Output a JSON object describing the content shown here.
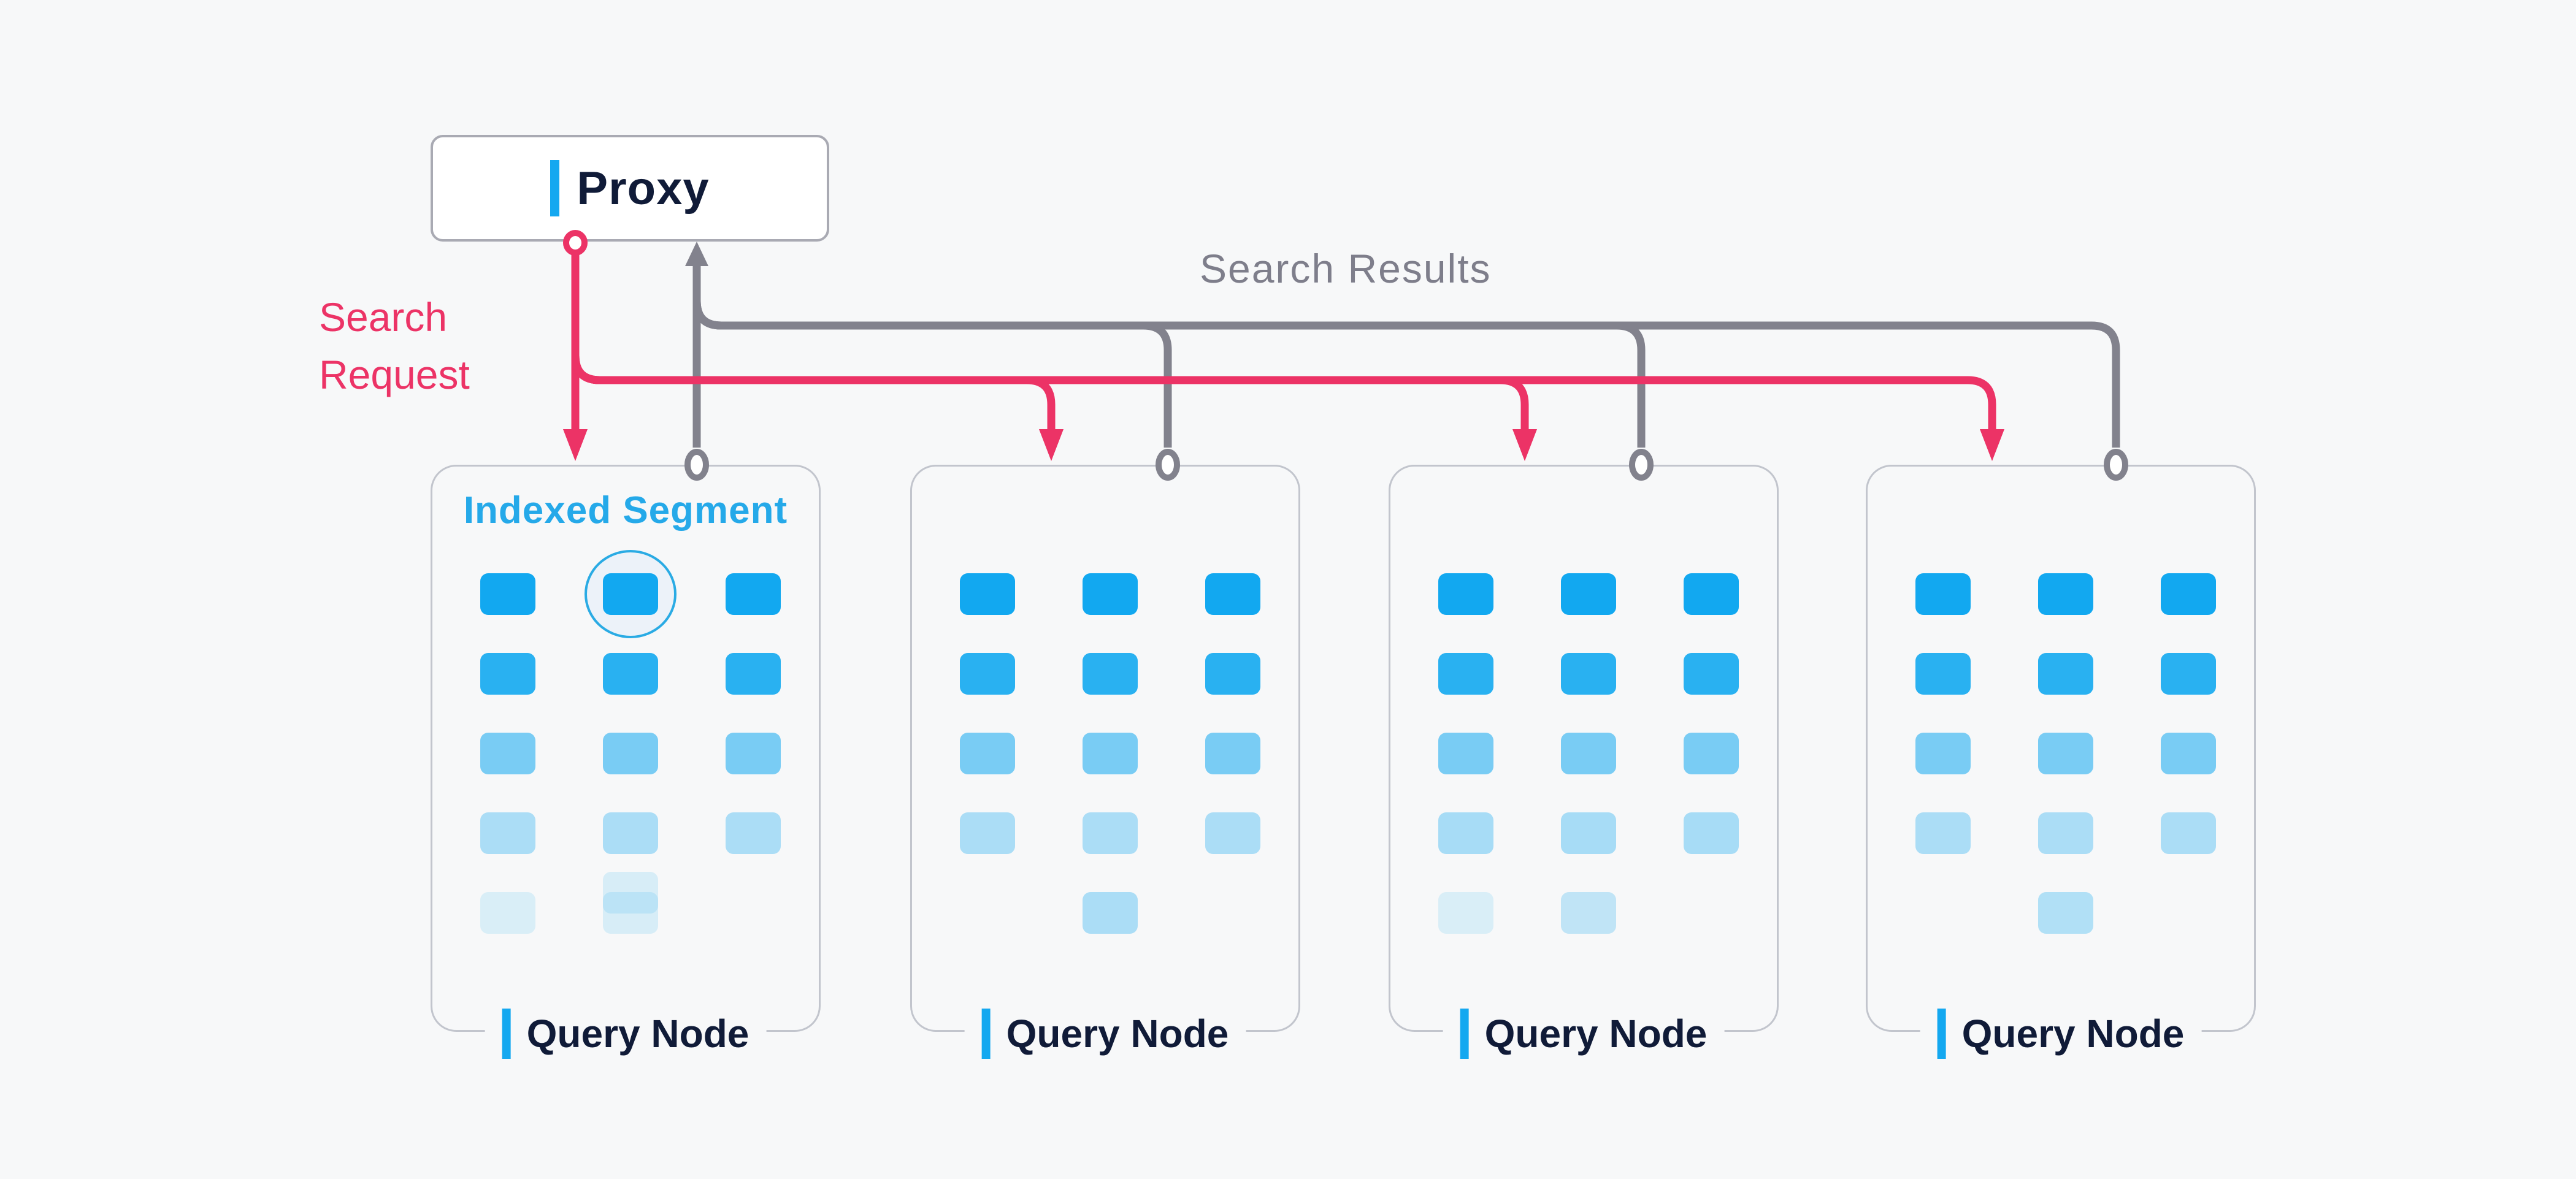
{
  "title": "Search request fan-out diagram",
  "colors": {
    "background": "#F7F8F9",
    "accent_blue": "#14A8F0",
    "segment_blue": "#12A8F0",
    "indexed_tag_blue": "#25A9E9",
    "request_pink": "#EC3366",
    "results_gray": "#82828D",
    "navy_text": "#101B38",
    "card_border": "#C2C5CD",
    "proxy_border": "#A9AAB3"
  },
  "proxy": {
    "label": "Proxy"
  },
  "edges": {
    "request_label": "Search Request",
    "results_label": "Search Results"
  },
  "nodes": [
    {
      "label": "Query Node",
      "segment_tag": "Indexed Segment",
      "highlighted_cell": {
        "row": 1,
        "col": 2
      },
      "grid": [
        [
          1,
          1,
          1
        ],
        [
          0.9,
          0.9,
          0.9
        ],
        [
          0.55,
          0.55,
          0.55
        ],
        [
          0.33,
          0.33,
          0.33
        ],
        [
          0.13,
          "double",
          0
        ]
      ]
    },
    {
      "label": "Query Node",
      "grid": [
        [
          1,
          1,
          1
        ],
        [
          0.9,
          0.9,
          0.9
        ],
        [
          0.55,
          0.55,
          0.55
        ],
        [
          0.33,
          0.33,
          0.33
        ],
        [
          0,
          0.33,
          0
        ]
      ]
    },
    {
      "label": "Query Node",
      "grid": [
        [
          1,
          1,
          1
        ],
        [
          0.9,
          0.9,
          0.9
        ],
        [
          0.55,
          0.55,
          0.55
        ],
        [
          0.35,
          0.35,
          0.35
        ],
        [
          0.13,
          0.24,
          0
        ]
      ]
    },
    {
      "label": "Query Node",
      "grid": [
        [
          1,
          1,
          1
        ],
        [
          0.9,
          0.9,
          0.9
        ],
        [
          0.55,
          0.55,
          0.55
        ],
        [
          0.33,
          0.33,
          0.33
        ],
        [
          0,
          0.3,
          0
        ]
      ]
    }
  ]
}
